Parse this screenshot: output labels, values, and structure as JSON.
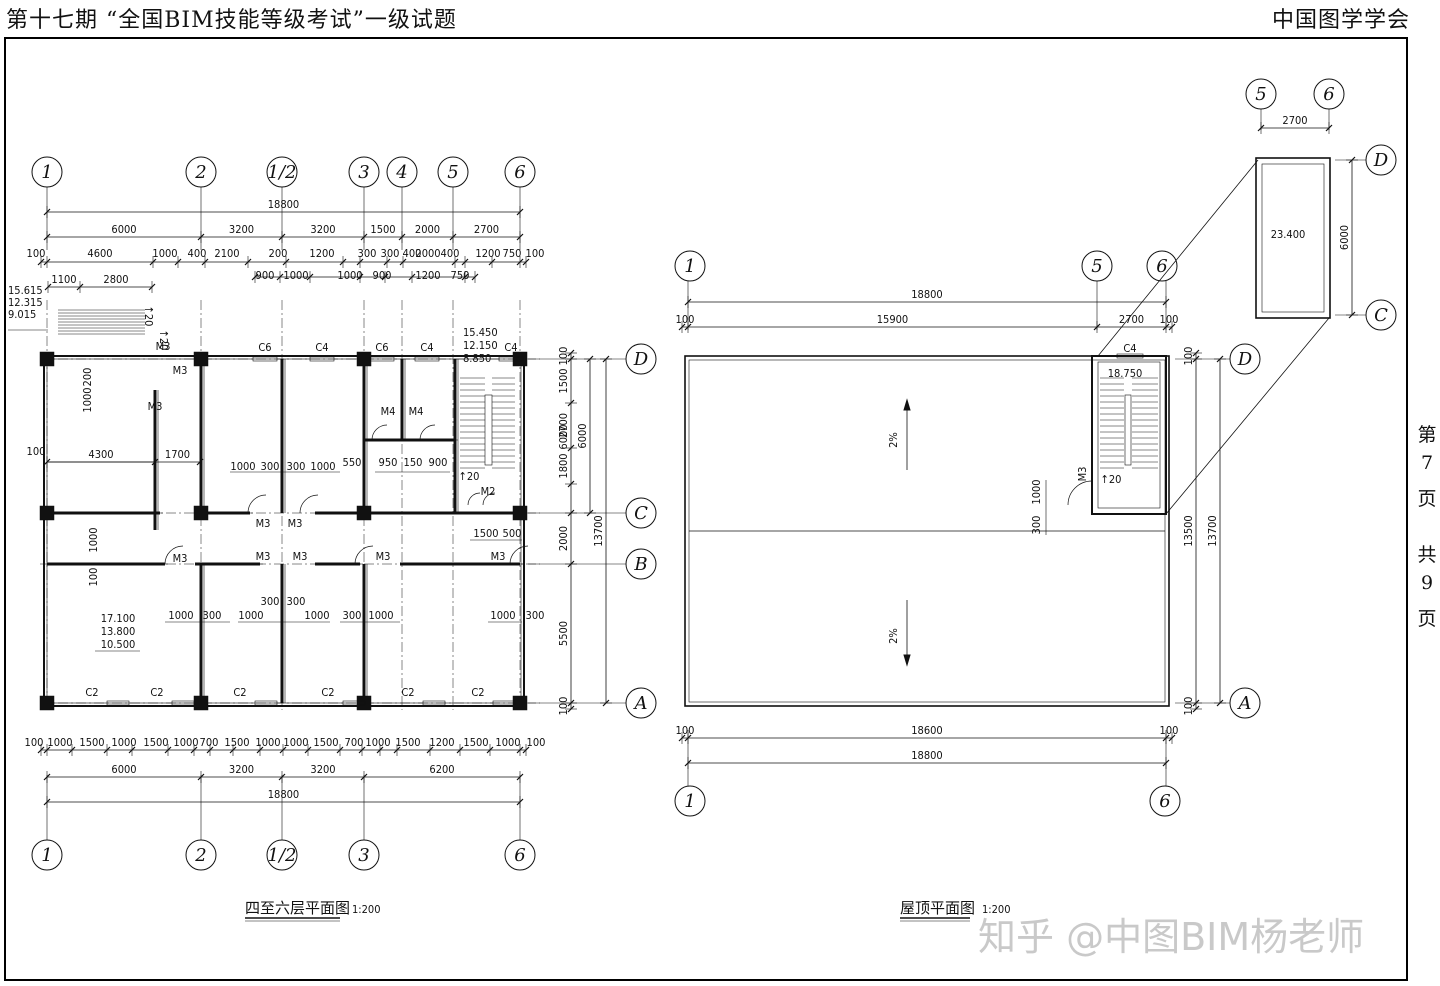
{
  "header": {
    "left": "第十七期 “全国BIM技能等级考试”一级试题",
    "right": "中国图学学会"
  },
  "page": {
    "p1": "第",
    "p2": "7",
    "p3": "页",
    "p4": "共",
    "p5": "9",
    "p6": "页"
  },
  "watermark": "知乎 @中图BIM杨老师",
  "plan1": {
    "title": "四至六层平面图",
    "scale": "1:200",
    "axes_top": [
      "1",
      "2",
      "1/2",
      "3",
      "4",
      "5",
      "6"
    ],
    "axes_bottom": [
      "1",
      "2",
      "1/2",
      "3",
      "6"
    ],
    "axes_right": [
      "D",
      "C",
      "B",
      "A"
    ],
    "dim_total": "18800",
    "dim_row2": [
      "6000",
      "3200",
      "3200",
      "1500",
      "2000",
      "2700"
    ],
    "dim_row3": [
      "100",
      "4600",
      "1000",
      "400",
      "2100",
      "200",
      "1200",
      "300",
      "300",
      "400",
      "2000",
      "400",
      "1200",
      "750",
      "100"
    ],
    "dim_row4": [
      "900",
      "1000",
      "1000",
      "900",
      "1200",
      "750"
    ],
    "stair_top": [
      "1100",
      "2800"
    ],
    "levels_left": [
      "15.615",
      "12.315",
      "9.015"
    ],
    "levels_right": [
      "15.450",
      "12.150",
      "8.850"
    ],
    "windows_top": [
      "C6",
      "C4",
      "C6",
      "C4",
      "C4"
    ],
    "windows_bottom": [
      "C2",
      "C2",
      "C2",
      "C2",
      "C2",
      "C2"
    ],
    "doors": [
      "M3",
      "M3",
      "M3",
      "M3",
      "M3",
      "M3",
      "M3",
      "M3",
      "M3",
      "M3",
      "M4",
      "M4",
      "M2"
    ],
    "room_dims": [
      "4300",
      "1700",
      "1000",
      "300",
      "300",
      "1000",
      "550",
      "950",
      "150",
      "900",
      "1500",
      "500",
      "1000",
      "100",
      "200",
      "1000",
      "100",
      "1000",
      "300",
      "1000",
      "300",
      "300",
      "1000",
      "300",
      "1000",
      "300"
    ],
    "levels_room": [
      "17.100",
      "13.800",
      "10.500"
    ],
    "slope_tags": [
      "↑20",
      "↑20",
      "↑20"
    ],
    "dim_right": [
      "100",
      "1500",
      "2700",
      "1800",
      "6000",
      "2000",
      "13700",
      "5500",
      "100"
    ],
    "dim_bottom1": [
      "100",
      "1000",
      "1500",
      "1000",
      "1500",
      "1000",
      "700",
      "1500",
      "1000",
      "1000",
      "1500",
      "700",
      "1000",
      "1500",
      "1200",
      "1500",
      "1000",
      "100"
    ],
    "dim_bottom2": [
      "6000",
      "3200",
      "3200",
      "6200"
    ],
    "dim_bottom3": "18800"
  },
  "plan2": {
    "title": "屋顶平面图",
    "scale": "1:200",
    "axes_top": [
      "1",
      "5",
      "6"
    ],
    "axes_bottom": [
      "1",
      "6"
    ],
    "axes_right": [
      "D",
      "A"
    ],
    "dim_top": [
      "18800",
      "100",
      "15900",
      "2700",
      "100"
    ],
    "dim_bottom": [
      "100",
      "18600",
      "100",
      "18800"
    ],
    "dim_right": [
      "100",
      "13500",
      "13700",
      "100"
    ],
    "slopes": [
      "2%",
      "2%"
    ],
    "window": "C4",
    "level": "18.750",
    "door": "M3",
    "stair_dims": [
      "1000",
      "300"
    ],
    "slope_tag": "↑20"
  },
  "detail": {
    "axes_top": [
      "5",
      "6"
    ],
    "axes_right": [
      "D",
      "C"
    ],
    "dims": [
      "2700",
      "6000"
    ],
    "level": "23.400"
  }
}
